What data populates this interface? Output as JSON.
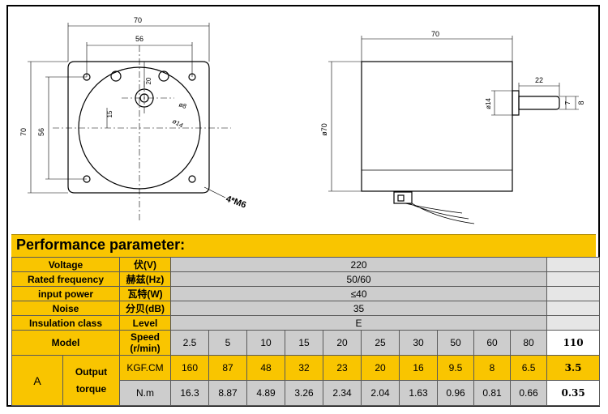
{
  "drawing": {
    "front": {
      "width": "70",
      "hole_spacing": "56",
      "height": "70",
      "hole_spacing_v": "56",
      "shaft_offset": "20",
      "boss_height": "15",
      "shaft_dia": "ø8",
      "boss_dia": "ø14",
      "mounting_holes": "4*M6"
    },
    "side": {
      "body_length": "70",
      "body_dia": "ø70",
      "shaft_length": "22",
      "boss_dia": "ø14",
      "flat": "7",
      "shaft_dia": "8"
    }
  },
  "section_title": "Performance parameter:",
  "params": [
    {
      "label": "Voltage",
      "unit": "伏(V)",
      "value": "220"
    },
    {
      "label": "Rated frequency",
      "unit": "赫兹(Hz)",
      "value": "50/60"
    },
    {
      "label": "input power",
      "unit": "瓦特(W)",
      "value": "≤40"
    },
    {
      "label": "Noise",
      "unit": "分贝(dB)",
      "value": "35"
    },
    {
      "label": "Insulation class",
      "unit": "Level",
      "value": "E"
    }
  ],
  "model_label": "Model",
  "model_value": "A",
  "speed_label": "Speed\n(r/min)",
  "speeds": [
    "2.5",
    "5",
    "10",
    "15",
    "20",
    "25",
    "30",
    "50",
    "60",
    "80",
    "110"
  ],
  "output_label": "Output\ntorque",
  "kgf_label": "KGF.CM",
  "kgf": [
    "160",
    "87",
    "48",
    "32",
    "23",
    "20",
    "16",
    "9.5",
    "8",
    "6.5",
    "3.5"
  ],
  "nm_label": "N.m",
  "nm": [
    "16.3",
    "8.87",
    "4.89",
    "3.26",
    "2.34",
    "2.04",
    "1.63",
    "0.96",
    "0.81",
    "0.66",
    "0.35"
  ]
}
